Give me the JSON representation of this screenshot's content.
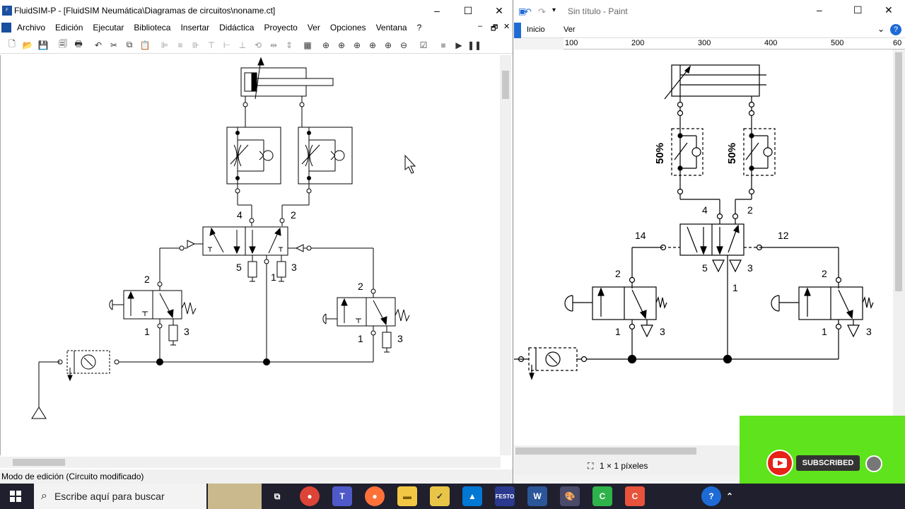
{
  "fluidsim": {
    "title": "FluidSIM-P - [FluidSIM Neumática\\Diagramas de circuitos\\noname.ct]",
    "menu": [
      "Archivo",
      "Edición",
      "Ejecutar",
      "Biblioteca",
      "Insertar",
      "Didáctica",
      "Proyecto",
      "Ver",
      "Opciones",
      "Ventana",
      "?"
    ],
    "status": "Modo de edición (Circuito modificado)",
    "labels": {
      "p4": "4",
      "p2": "2",
      "p5": "5",
      "p3": "3",
      "p1": "1",
      "l2": "2",
      "l1": "1",
      "l3": "3",
      "r2": "2",
      "r1": "1",
      "r3": "3"
    }
  },
  "paint": {
    "title": "Sin título - Paint",
    "tabs": [
      "Inicio",
      "Ver"
    ],
    "ruler": [
      "100",
      "200",
      "300",
      "400",
      "500",
      "60"
    ],
    "status": "1 × 1 píxeles",
    "labels": {
      "pct1": "50%",
      "pct2": "50%",
      "p4": "4",
      "p2": "2",
      "p14": "14",
      "p12": "12",
      "p5": "5",
      "p3": "3",
      "p1": "1",
      "l2": "2",
      "l1": "1",
      "l3": "3",
      "r2": "2",
      "r1": "1",
      "r3": "3"
    }
  },
  "overlay": {
    "subscribed": "SUBSCRIBED"
  },
  "taskbar": {
    "search_placeholder": "Escribe aquí para buscar"
  },
  "colors": {
    "accent_green": "#5fe31c",
    "taskbar": "#1f1f2e",
    "youtube_red": "#e62117"
  }
}
